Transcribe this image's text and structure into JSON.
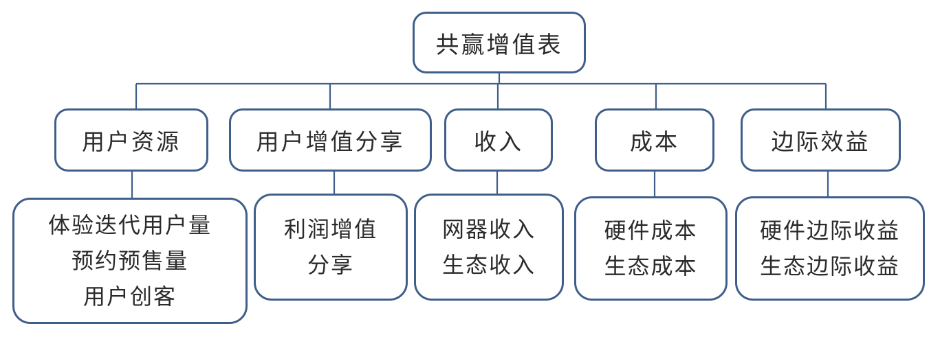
{
  "diagram": {
    "root": "共赢增值表",
    "categories": [
      {
        "label": "用户资源",
        "details": [
          "体验迭代用户量",
          "预约预售量",
          "用户创客"
        ]
      },
      {
        "label": "用户增值分享",
        "details": [
          "利润增值",
          "分享"
        ]
      },
      {
        "label": "收入",
        "details": [
          "网器收入",
          "生态收入"
        ]
      },
      {
        "label": "成本",
        "details": [
          "硬件成本",
          "生态成本"
        ]
      },
      {
        "label": "边际效益",
        "details": [
          "硬件边际收益",
          "生态边际收益"
        ]
      }
    ],
    "colors": {
      "border": "#3f5f8a",
      "text": "#2b2b2b",
      "background": "#ffffff"
    }
  }
}
